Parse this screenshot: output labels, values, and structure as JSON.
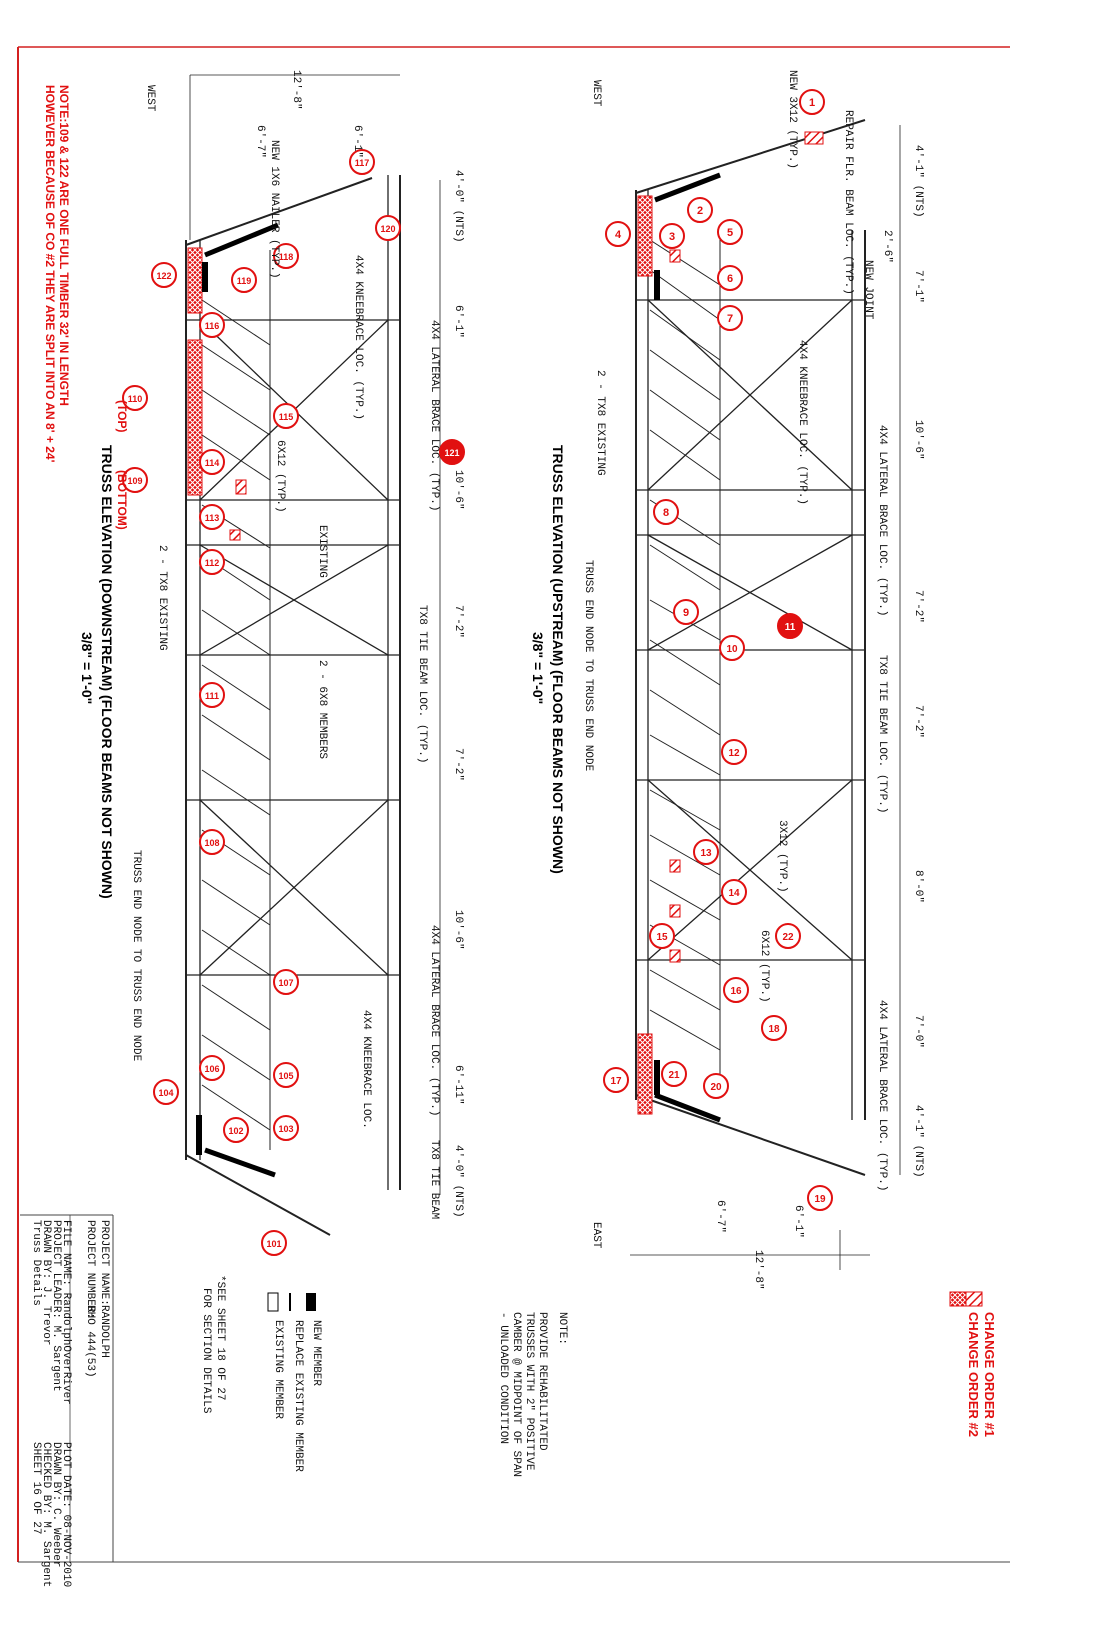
{
  "legend": {
    "change_order_1": "CHANGE ORDER #1",
    "change_order_2": "CHANGE ORDER #2",
    "new_member": "NEW MEMBER",
    "replace_member": "REPLACE EXISTING MEMBER",
    "existing_member": "EXISTING MEMBER",
    "see_sheet_1": "*SEE SHEET 18 OF 27",
    "see_sheet_2": "FOR SECTION DETAILS"
  },
  "note": {
    "heading": "NOTE:",
    "line1": "PROVIDE REHABILITATED",
    "line2": "TRUSSES WITH 2\" POSITIVE",
    "line3": "CAMBER @ MIDPOINT OF SPAN",
    "line4": "- UNLOADED CONDITION"
  },
  "red_note": {
    "line1": "NOTE:109 & 122 ARE ONE FULL TIMBER 32' IN LENGTH",
    "line2": "HOWEVER BECAUSE OF CO #2 THEY ARE SPLIT INTO AN 8' + 24'"
  },
  "upstream": {
    "title": "TRUSS ELEVATION (UPSTREAM) (FLOOR BEAMS NOT SHOWN)",
    "scale": "3/8\" = 1'-0\"",
    "west": "WEST",
    "east": "EAST",
    "end_node": "TRUSS END NODE TO TRUSS END NODE",
    "callouts": [
      "1",
      "2",
      "3",
      "4",
      "5",
      "6",
      "7",
      "8",
      "9",
      "10",
      "11",
      "12",
      "13",
      "14",
      "15",
      "16",
      "17",
      "18",
      "19",
      "20",
      "21",
      "22"
    ],
    "labels": [
      "NEW 3X12 (TYP.)",
      "REPAIR FLR. BEAM LOC. (TYP.)",
      "4X4 KNEEBRACE LOC. (TYP.)",
      "4X4 LATERAL BRACE LOC. (TYP.)",
      "TX8 TIE BEAM LOC. (TYP.)",
      "2 - TX8 EXISTING",
      "NEW JOINT",
      "3X12 (TYP.)",
      "6X12 (TYP.)",
      "4X4 LATERAL BRACE LOC. (TYP.)"
    ],
    "dims": [
      "4'-1\" (NTS)",
      "2'-6\"",
      "7'-1\"",
      "10'-6\"",
      "7'-2\"",
      "7'-2\"",
      "8'-0\"",
      "7'-0\"",
      "4'-1\" (NTS)",
      "6'-7\"",
      "6'-1\"",
      "12'-8\""
    ]
  },
  "downstream": {
    "title": "TRUSS ELEVATION (DOWNSTREAM) (FLOOR BEAMS NOT SHOWN)",
    "scale": "3/8\" = 1'-0\"",
    "top": "(TOP)",
    "bottom": "(BOTTOM)",
    "west": "WEST",
    "end_node": "TRUSS END NODE TO TRUSS END NODE",
    "callouts": [
      "101",
      "102",
      "103",
      "104",
      "105",
      "106",
      "107",
      "108",
      "109",
      "110",
      "111",
      "112",
      "113",
      "114",
      "115",
      "116",
      "117",
      "118",
      "119",
      "120",
      "121",
      "122"
    ],
    "labels": [
      "NEW 1X6 NAILER (TYP.)",
      "4X4 KNEEBRACE LOC. (TYP.)",
      "4X4 LATERAL BRACE LOC. (TYP.)",
      "6X12 (TYP.)",
      "EXISTING",
      "TX8 TIE BEAM LOC. (TYP.)",
      "2 - 6X8 MEMBERS",
      "2 - TX8 EXISTING",
      "4X4 LATERAL BRACE LOC. (TYP.)",
      "4X4 KNEEBRACE LOC.",
      "TX8 TIE BEAM"
    ],
    "dims": [
      "12'-8\"",
      "6'-7\"",
      "6'-1\"",
      "4'-0\" (NTS)",
      "6'-1\"",
      "10'-6\"",
      "7'-2\"",
      "7'-2\"",
      "10'-6\"",
      "6'-11\"",
      "4'-0\" (NTS)"
    ]
  },
  "title_block": {
    "project_name_label": "PROJECT NAME:",
    "project_name": "RANDOLPH",
    "project_number_label": "PROJECT NUMBER:",
    "project_number": "BHO 444(53)",
    "file_name": "FILE NAME: RandolphOverRiver",
    "project_leader": "PROJECT LEADER: M. Sargent",
    "drawn_by": "DRAWN BY: J. Trevor",
    "sheet_title": "Truss Details",
    "plot_date": "PLOT DATE: 08-NOV-2010",
    "drawn_by_2": "DRAWN BY: C. Weeber",
    "checked_by": "CHECKED BY: M. Sargent",
    "sheet": "SHEET 16 OF 27"
  }
}
